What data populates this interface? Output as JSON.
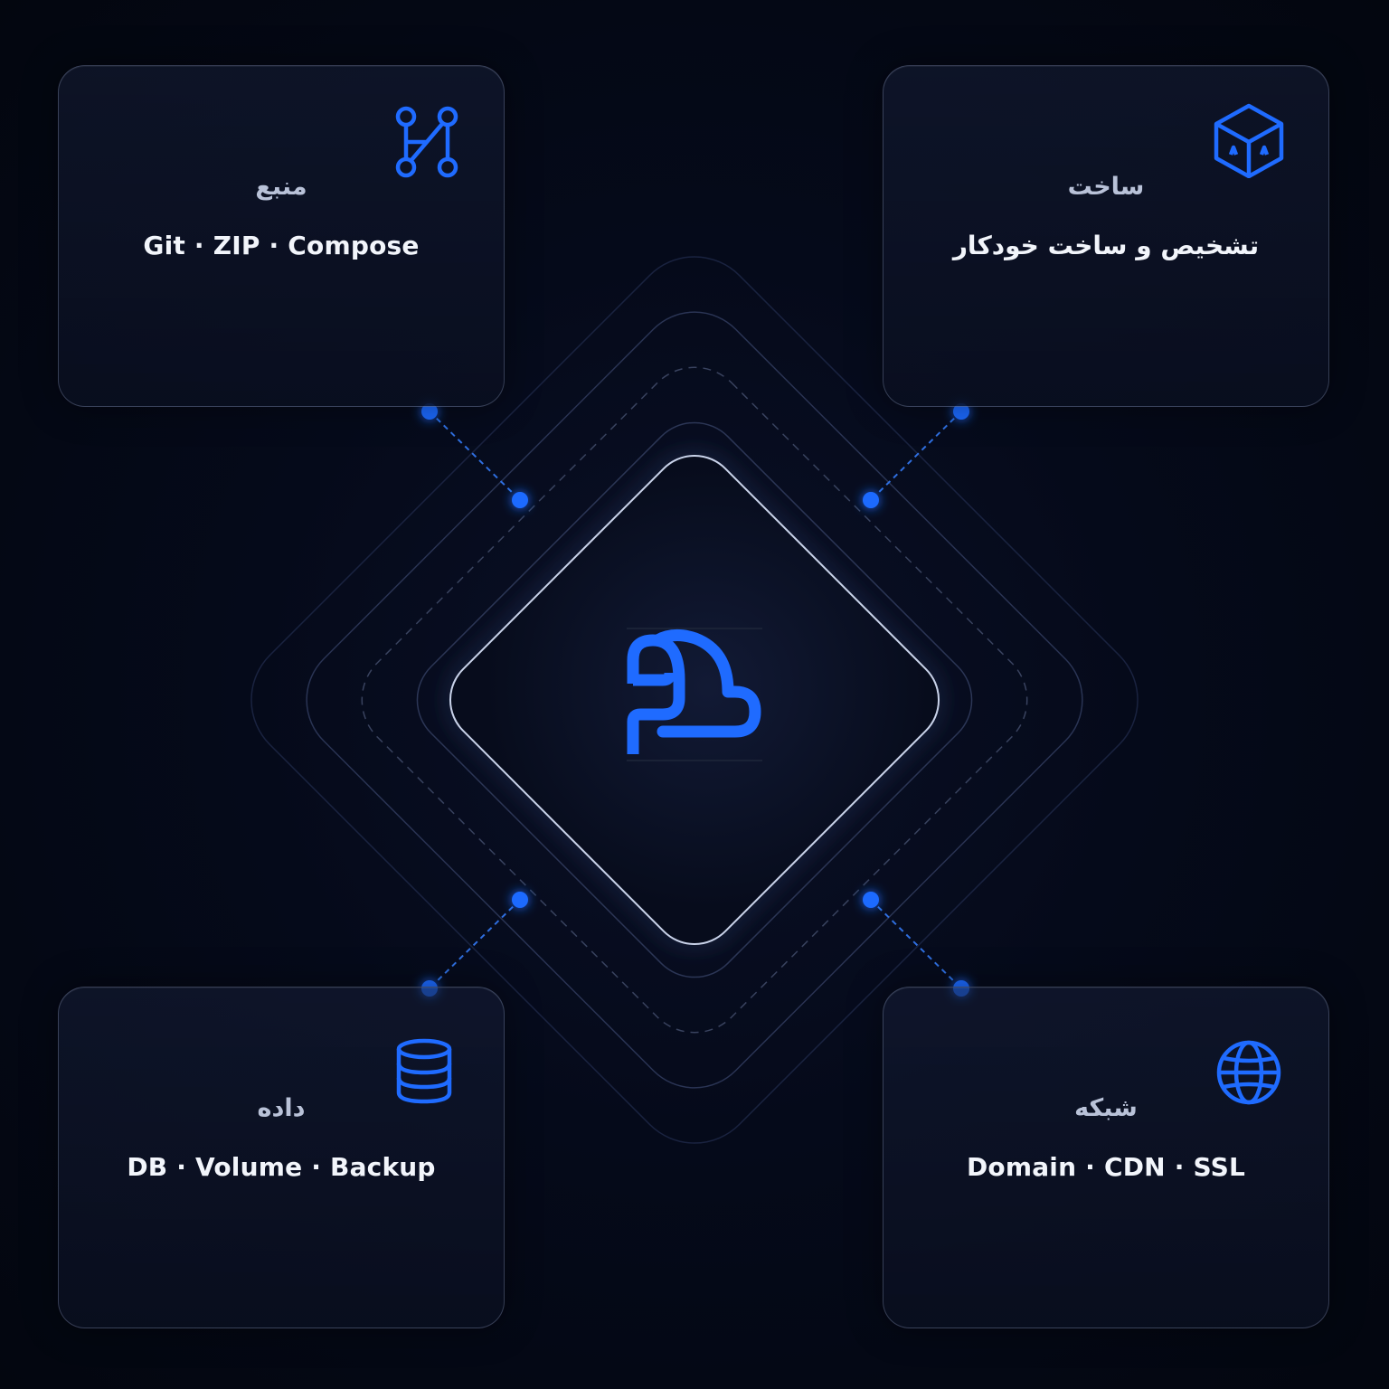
{
  "hub": {
    "logo_icon": "cloud-p-logo-icon",
    "accent_color": "#1f6bff"
  },
  "cards": {
    "source": {
      "title": "منبع",
      "subtitle": "Git · ZIP · Compose",
      "icon": "git-branch-icon"
    },
    "build": {
      "title": "ساخت",
      "subtitle": "تشخیص و ساخت خودکار",
      "icon": "box-cube-icon"
    },
    "data": {
      "title": "داده",
      "subtitle": "DB · Volume · Backup",
      "icon": "database-icon"
    },
    "network": {
      "title": "شبکه",
      "subtitle": "Domain · CDN · SSL",
      "icon": "globe-icon"
    }
  },
  "colors": {
    "background": "#040816",
    "accent": "#1f6bff",
    "card_border": "#8f9ab8",
    "title_text": "#b9c2d8",
    "subtitle_text": "#f2f5fb"
  }
}
